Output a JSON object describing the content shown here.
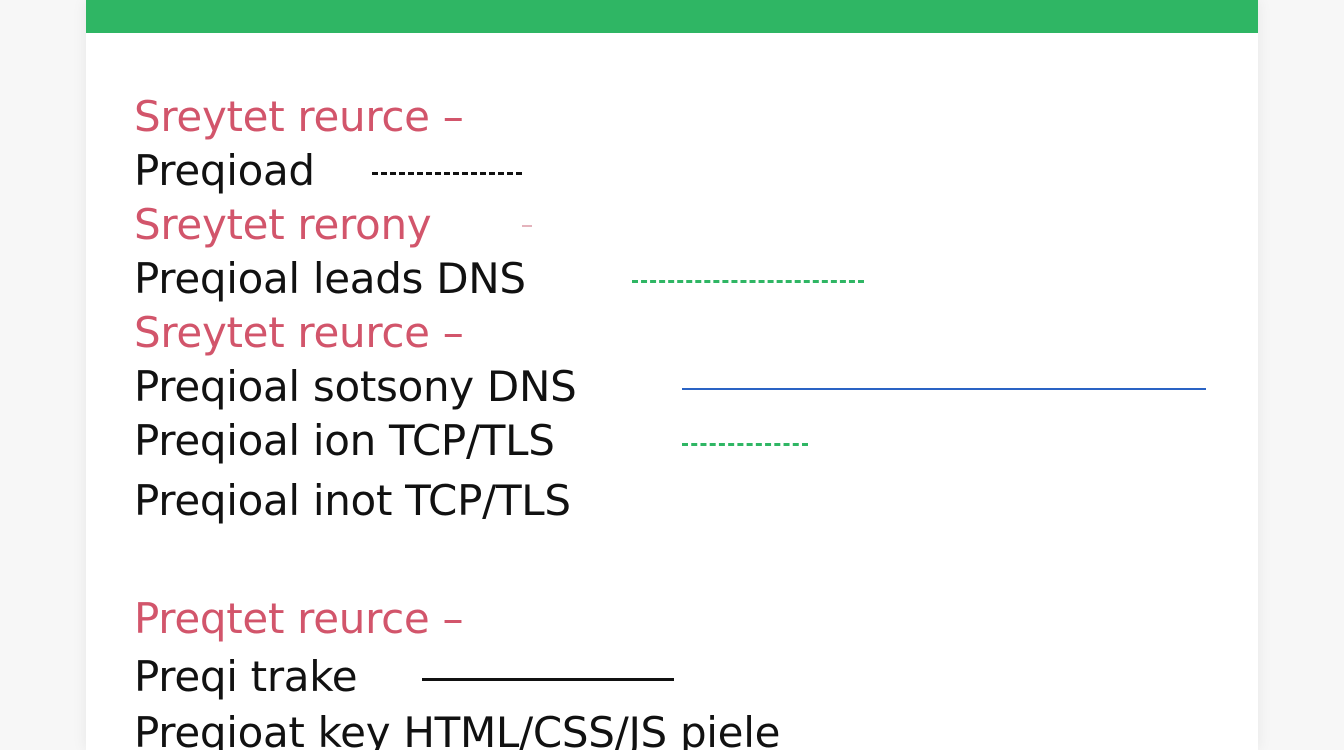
{
  "lines": [
    {
      "text": "Sreytet reurce –"
    },
    {
      "text": "Preqioad"
    },
    {
      "text": "Sreytet rerony"
    },
    {
      "text": "Preqioal leads DNS"
    },
    {
      "text": "Sreytet reurce –"
    },
    {
      "text": "Preqioal sotsony DNS"
    },
    {
      "text": "Preqioal ion TCP/TLS"
    },
    {
      "text": "Preqioal inot TCP/TLS"
    },
    {
      "text": "Preqtet reurce –"
    },
    {
      "text": "Preqi trake"
    },
    {
      "text": "Preqioat key HTML/CSS/JS piele"
    }
  ],
  "colors": {
    "header": "#2fb664",
    "heading_text": "#d2556b",
    "body_text": "#111111",
    "blue_rule": "#2a63c4"
  }
}
